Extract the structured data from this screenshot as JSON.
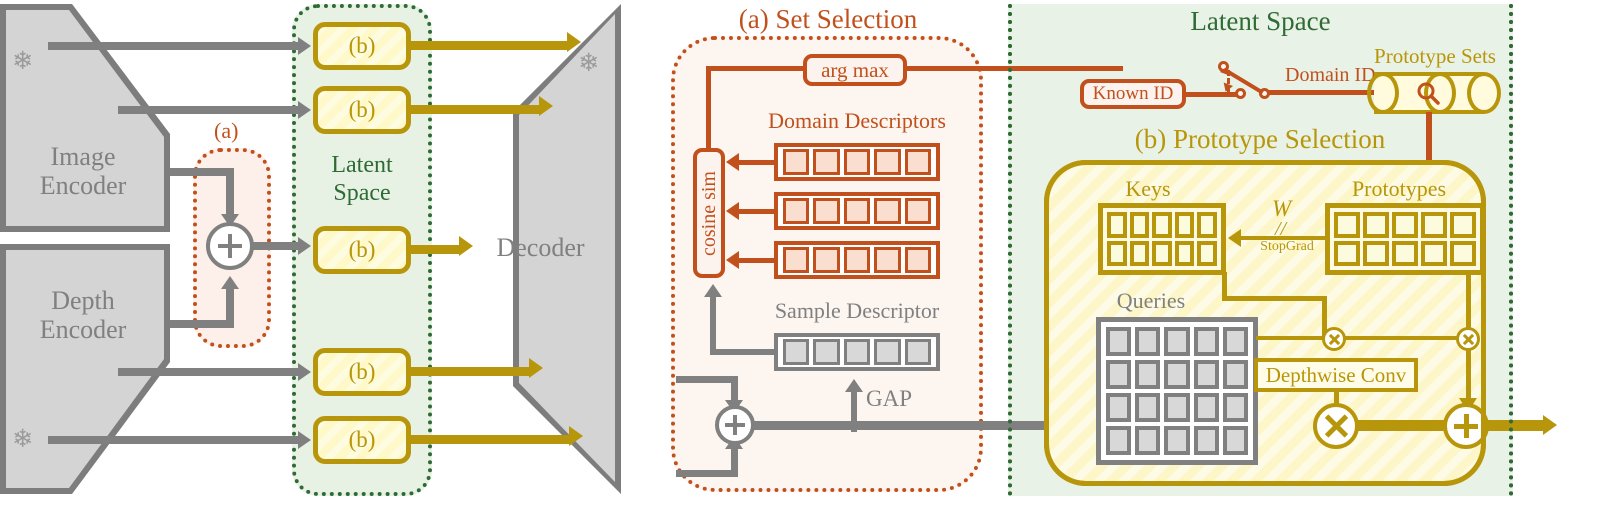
{
  "left_panel": {
    "encoders": [
      {
        "id": "image-encoder",
        "label_line1": "Image",
        "label_line2": "Encoder",
        "frozen_icon": "snowflake-icon",
        "frozen_glyph": "❄"
      },
      {
        "id": "depth-encoder",
        "label_line1": "Depth",
        "label_line2": "Encoder",
        "frozen_icon": "snowflake-icon",
        "frozen_glyph": "❄"
      }
    ],
    "fusion": {
      "label": "(a)",
      "operator_icon": "plus-circle-icon",
      "operator_glyph": "+"
    },
    "latent_space": {
      "label_line1": "Latent",
      "label_line2": "Space",
      "block_label": "(b)",
      "block_count": 5
    },
    "decoder": {
      "label": "Decoder"
    }
  },
  "set_selection": {
    "title": "(a) Set Selection",
    "arg_max": "arg max",
    "cosine_sim": "cosine sim",
    "domain_descriptors": {
      "title": "Domain Descriptors",
      "rows": 3,
      "cells_per_row": 5
    },
    "sample_descriptor": {
      "title": "Sample Descriptor",
      "cells": 5
    },
    "gap": "GAP",
    "sum_operator_glyph": "+"
  },
  "latent_space_panel": {
    "title": "Latent Space",
    "known_id": "Known ID",
    "domain_id": "Domain ID",
    "prototype_sets": "Prototype Sets",
    "search_icon": "magnifier-icon",
    "switch_icon": "toggle-switch-icon"
  },
  "prototype_selection": {
    "title": "(b) Prototype Selection",
    "keys": {
      "title": "Keys",
      "cols": 5,
      "rows": 2
    },
    "prototypes": {
      "title": "Prototypes",
      "cols": 5,
      "rows": 2
    },
    "queries": {
      "title": "Queries",
      "cols": 5,
      "rows": 4
    },
    "weight_symbol": "W",
    "stopgrad": "StopGrad",
    "stopgrad_slash": "//",
    "depthwise_conv": "Depthwise Conv",
    "mul_glyph": "×",
    "add_glyph": "+"
  },
  "colors": {
    "gray": "#808080",
    "gray_fill": "#d4d4d4",
    "orange": "#c1501c",
    "orange_fill": "#fadfd0",
    "gold": "#b8960b",
    "gold_fill": "#fffbe3",
    "green": "#2f6b35",
    "green_fill": "#e9f2e6"
  }
}
